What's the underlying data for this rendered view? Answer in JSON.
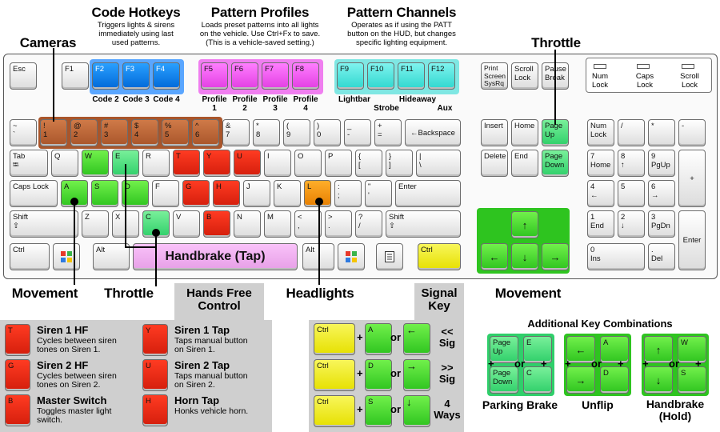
{
  "headers": {
    "code_hotkeys": "Code Hotkeys",
    "pattern_profiles": "Pattern Profiles",
    "pattern_channels": "Pattern Channels",
    "cameras": "Cameras",
    "throttle_top": "Throttle",
    "movement_left": "Movement",
    "throttle_bottom": "Throttle",
    "hands_free": "Hands Free\nControl",
    "headlights": "Headlights",
    "signal_key": "Signal\nKey",
    "movement_right": "Movement",
    "additional": "Additional Key Combinations"
  },
  "descriptions": {
    "code_hotkeys": "Triggers lights & sirens\nimmediately using last\nused patterns.",
    "pattern_profiles": "Loads preset patterns into all lights\non the vehicle. Use Ctrl+Fx to save.\n(This is a vehicle-saved setting.)",
    "pattern_channels": "Operates as if using the PATT\nbutton on the HUD, but changes\nspecific lighting equipment."
  },
  "f_labels": {
    "code2": "Code\n2",
    "code3": "Code\n3",
    "code4": "Code\n4",
    "profile1": "Profile\n1",
    "profile2": "Profile\n2",
    "profile3": "Profile\n3",
    "profile4": "Profile\n4",
    "lightbar": "Lightbar",
    "strobe": "Strobe",
    "hideaway": "Hideaway",
    "aux": "Aux"
  },
  "keys": {
    "esc": "Esc",
    "f1": "F1",
    "f2": "F2",
    "f3": "F3",
    "f4": "F4",
    "f5": "F5",
    "f6": "F6",
    "f7": "F7",
    "f8": "F8",
    "f9": "F9",
    "f10": "F10",
    "f11": "F11",
    "f12": "F12",
    "prtsc": "Print\nScreen\nSysRq",
    "scroll": "Scroll\nLock",
    "pause": "Pause\nBreak",
    "tilde": "~\n`",
    "k1": "!\n1",
    "k2": "@\n2",
    "k3": "#\n3",
    "k4": "$\n4",
    "k5": "%\n5",
    "k6": "^\n6",
    "k7": "&\n7",
    "k8": "*\n8",
    "k9": "(\n9",
    "k0": ")\n0",
    "minus": "_\n-",
    "plus": "+\n=",
    "backspace": "←Backspace",
    "tab": "Tab\n⭾",
    "q": "Q",
    "w": "W",
    "e": "E",
    "r": "R",
    "t": "T",
    "y": "Y",
    "u": "U",
    "i": "I",
    "o": "O",
    "p": "P",
    "lbr": "{\n[",
    "rbr": "}\n]",
    "bsl": "|\n\\",
    "caps": "Caps Lock",
    "a": "A",
    "s": "S",
    "d": "D",
    "f": "F",
    "g": "G",
    "h": "H",
    "j": "J",
    "k": "K",
    "l": "L",
    "semi": ":\n;",
    "quote": "\"\n'",
    "enter": "Enter",
    "lshift": "Shift\n⇧",
    "z": "Z",
    "x": "X",
    "c": "C",
    "v": "V",
    "b": "B",
    "n": "N",
    "m": "M",
    "comma": "<\n,",
    "period": ">\n.",
    "slash": "?\n/",
    "rshift": "Shift\n⇧",
    "lctrl": "Ctrl",
    "lalt": "Alt",
    "space": "Handbrake (Tap)",
    "ralt": "Alt",
    "rctrl": "Ctrl",
    "insert": "Insert",
    "home": "Home",
    "pgup": "Page\nUp",
    "delete": "Delete",
    "end": "End",
    "pgdn": "Page\nDown",
    "up": "↑",
    "left": "←",
    "down": "↓",
    "right": "→",
    "numlock": "Num\nLock",
    "ndiv": "/",
    "nmul": "*",
    "nmin": "-",
    "n7": "7\nHome",
    "n8": "8\n↑",
    "n9": "9\nPgUp",
    "nplus": "+",
    "n4": "4\n←",
    "n5": "5",
    "n6": "6\n→",
    "n1": "1\nEnd",
    "n2": "2\n↓",
    "n3": "3\nPgDn",
    "nenter": "Enter",
    "n0": "0\nIns",
    "ndot": ".\nDel"
  },
  "lock_lights": [
    "Num\nLock",
    "Caps\nLock",
    "Scroll\nLock"
  ],
  "panel": [
    {
      "key": "T",
      "title": "Siren 1 HF",
      "desc": "Cycles between siren\ntones on Siren 1."
    },
    {
      "key": "G",
      "title": "Siren 2 HF",
      "desc": "Cycles between siren\ntones on Siren 2."
    },
    {
      "key": "B",
      "title": "Master Switch",
      "desc": "Toggles master light\nswitch."
    },
    {
      "key": "Y",
      "title": "Siren 1 Tap",
      "desc": "Taps manual button\non Siren 1."
    },
    {
      "key": "U",
      "title": "Siren 2 Tap",
      "desc": "Taps manual button\non Siren 2."
    },
    {
      "key": "H",
      "title": "Horn Tap",
      "desc": "Honks vehicle horn."
    }
  ],
  "signal": {
    "ctrl": "Ctrl",
    "plus": "+",
    "or": "or",
    "rows": [
      {
        "k": "A",
        "arrow": "←",
        "label": "<<\nSig"
      },
      {
        "k": "D",
        "arrow": "→",
        "label": ">>\nSig"
      },
      {
        "k": "S",
        "arrow": "↓",
        "label": "4\nWays"
      }
    ]
  },
  "combos": {
    "parking": {
      "k1": "Page\nUp",
      "k2": "E",
      "k3": "Page\nDown",
      "k4": "C",
      "label": "Parking Brake"
    },
    "unflip": {
      "k1": "←",
      "k2": "A",
      "k3": "→",
      "k4": "D",
      "label": "Unflip"
    },
    "handbrake": {
      "k1": "↑",
      "k2": "W",
      "k3": "↓",
      "k4": "S",
      "label": "Handbrake\n(Hold)"
    },
    "plus": "+",
    "or": "or"
  }
}
